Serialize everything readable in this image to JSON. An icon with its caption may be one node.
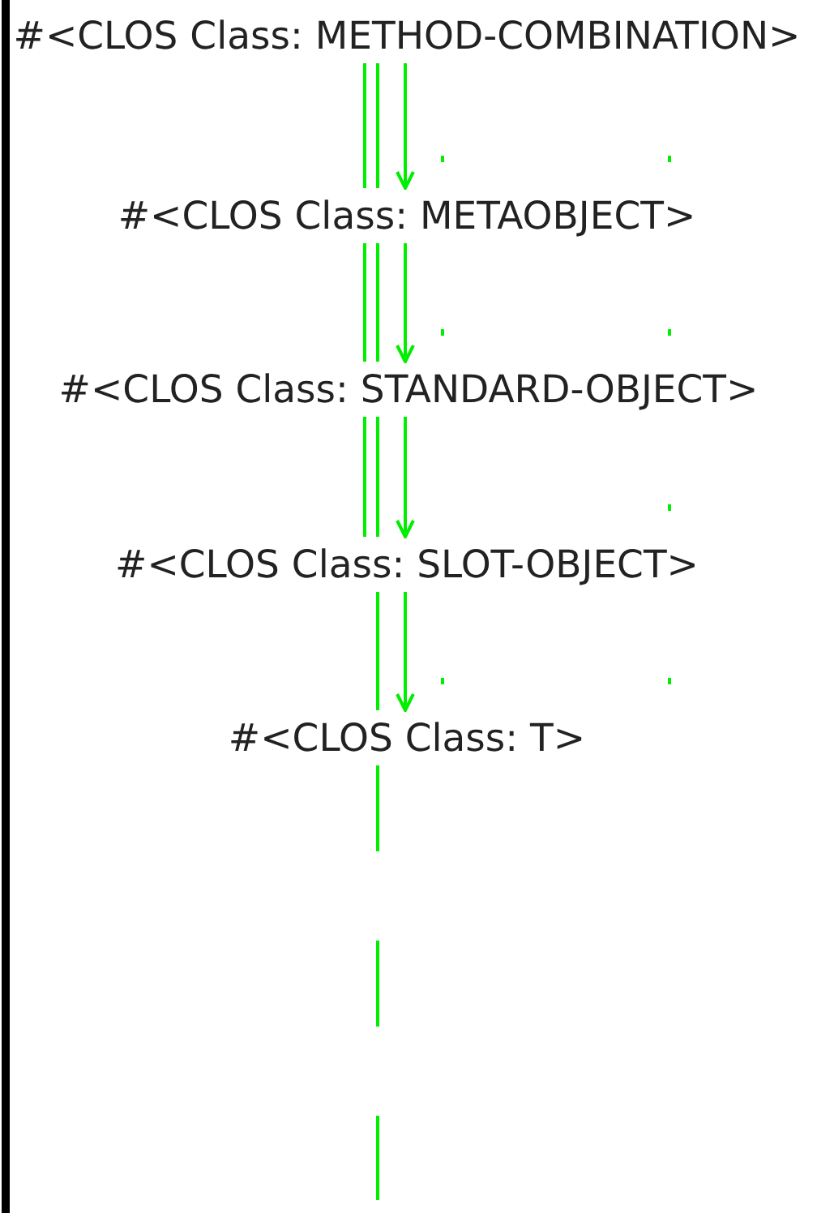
{
  "diagram": {
    "nodes": [
      {
        "text": [
          "#<CLOS Class: METHOD-COMBINATION>"
        ]
      },
      {
        "text": [
          "#<CLOS Class: METAOBJECT>"
        ]
      },
      {
        "text": [
          "#<CLOS Class: STANDARD-OBJECT>"
        ]
      },
      {
        "text": [
          "#<CLOS Class: SLOT-OBJECT>"
        ]
      },
      {
        "text": [
          "#<CLOS Class: T>"
        ]
      }
    ],
    "edges": [
      {
        "from": 0,
        "to": 1,
        "arrow": "none"
      },
      {
        "from": 0,
        "to": 1,
        "arrow": "none"
      },
      {
        "from": 0,
        "to": 1,
        "arrow": "to"
      },
      {
        "from": 1,
        "to": 2,
        "arrow": "none"
      },
      {
        "from": 1,
        "to": 2,
        "arrow": "none"
      },
      {
        "from": 1,
        "to": 2,
        "arrow": "to"
      },
      {
        "from": 2,
        "to": 3,
        "arrow": "none"
      },
      {
        "from": 2,
        "to": 3,
        "arrow": "none"
      },
      {
        "from": 2,
        "to": 3,
        "arrow": "to"
      },
      {
        "from": 3,
        "to": 4,
        "arrow": "none"
      },
      {
        "from": 3,
        "to": 4,
        "arrow": "to"
      },
      {
        "from": 4,
        "to": null,
        "arrow": "none",
        "style": "dashed"
      }
    ]
  }
}
